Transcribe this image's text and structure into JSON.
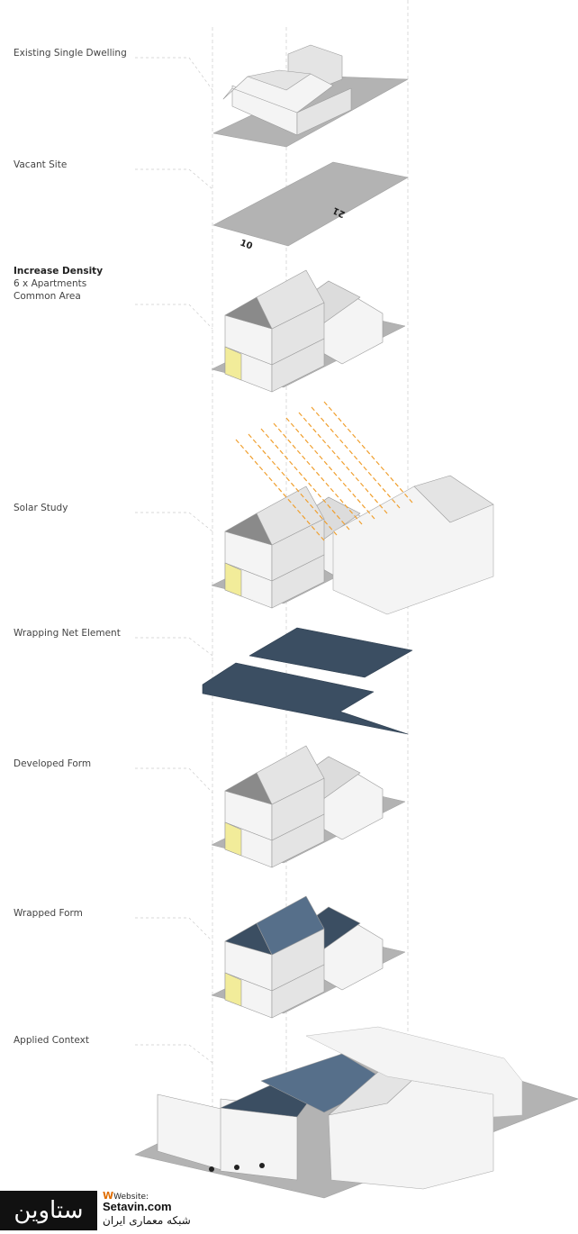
{
  "stages": [
    {
      "id": "existing",
      "lines": [
        "Existing Single Dwelling"
      ],
      "bold": false
    },
    {
      "id": "vacant",
      "lines": [
        "Vacant Site"
      ],
      "bold": false
    },
    {
      "id": "density",
      "title": "Increase Density",
      "lines": [
        "6 x Apartments",
        "Common Area"
      ],
      "bold": true
    },
    {
      "id": "solar",
      "lines": [
        "Solar Study"
      ],
      "bold": false
    },
    {
      "id": "net",
      "lines": [
        "Wrapping Net Element"
      ],
      "bold": false
    },
    {
      "id": "developed",
      "lines": [
        "Developed Form"
      ],
      "bold": false
    },
    {
      "id": "wrapped",
      "lines": [
        "Wrapped Form"
      ],
      "bold": false
    },
    {
      "id": "context",
      "lines": [
        "Applied Context"
      ],
      "bold": false
    }
  ],
  "site_dims": {
    "front": "10",
    "side": "21"
  },
  "watermark": {
    "logo_text": "ستاوین",
    "website_label": "Website:",
    "website_url": "Setavin.com",
    "persian_subtitle": "شبکه معماری ایران"
  },
  "colors": {
    "ground": "#b3b3b3",
    "wall_light": "#f4f4f4",
    "wall_mid": "#e4e4e4",
    "roof_dark": "#8a8a8a",
    "yellow": "#f2ec9a",
    "net_blue": "#3b4e62",
    "net_blue_light": "#566f8a",
    "sun_ray": "#f0a030",
    "guide_line": "#cccccc"
  }
}
